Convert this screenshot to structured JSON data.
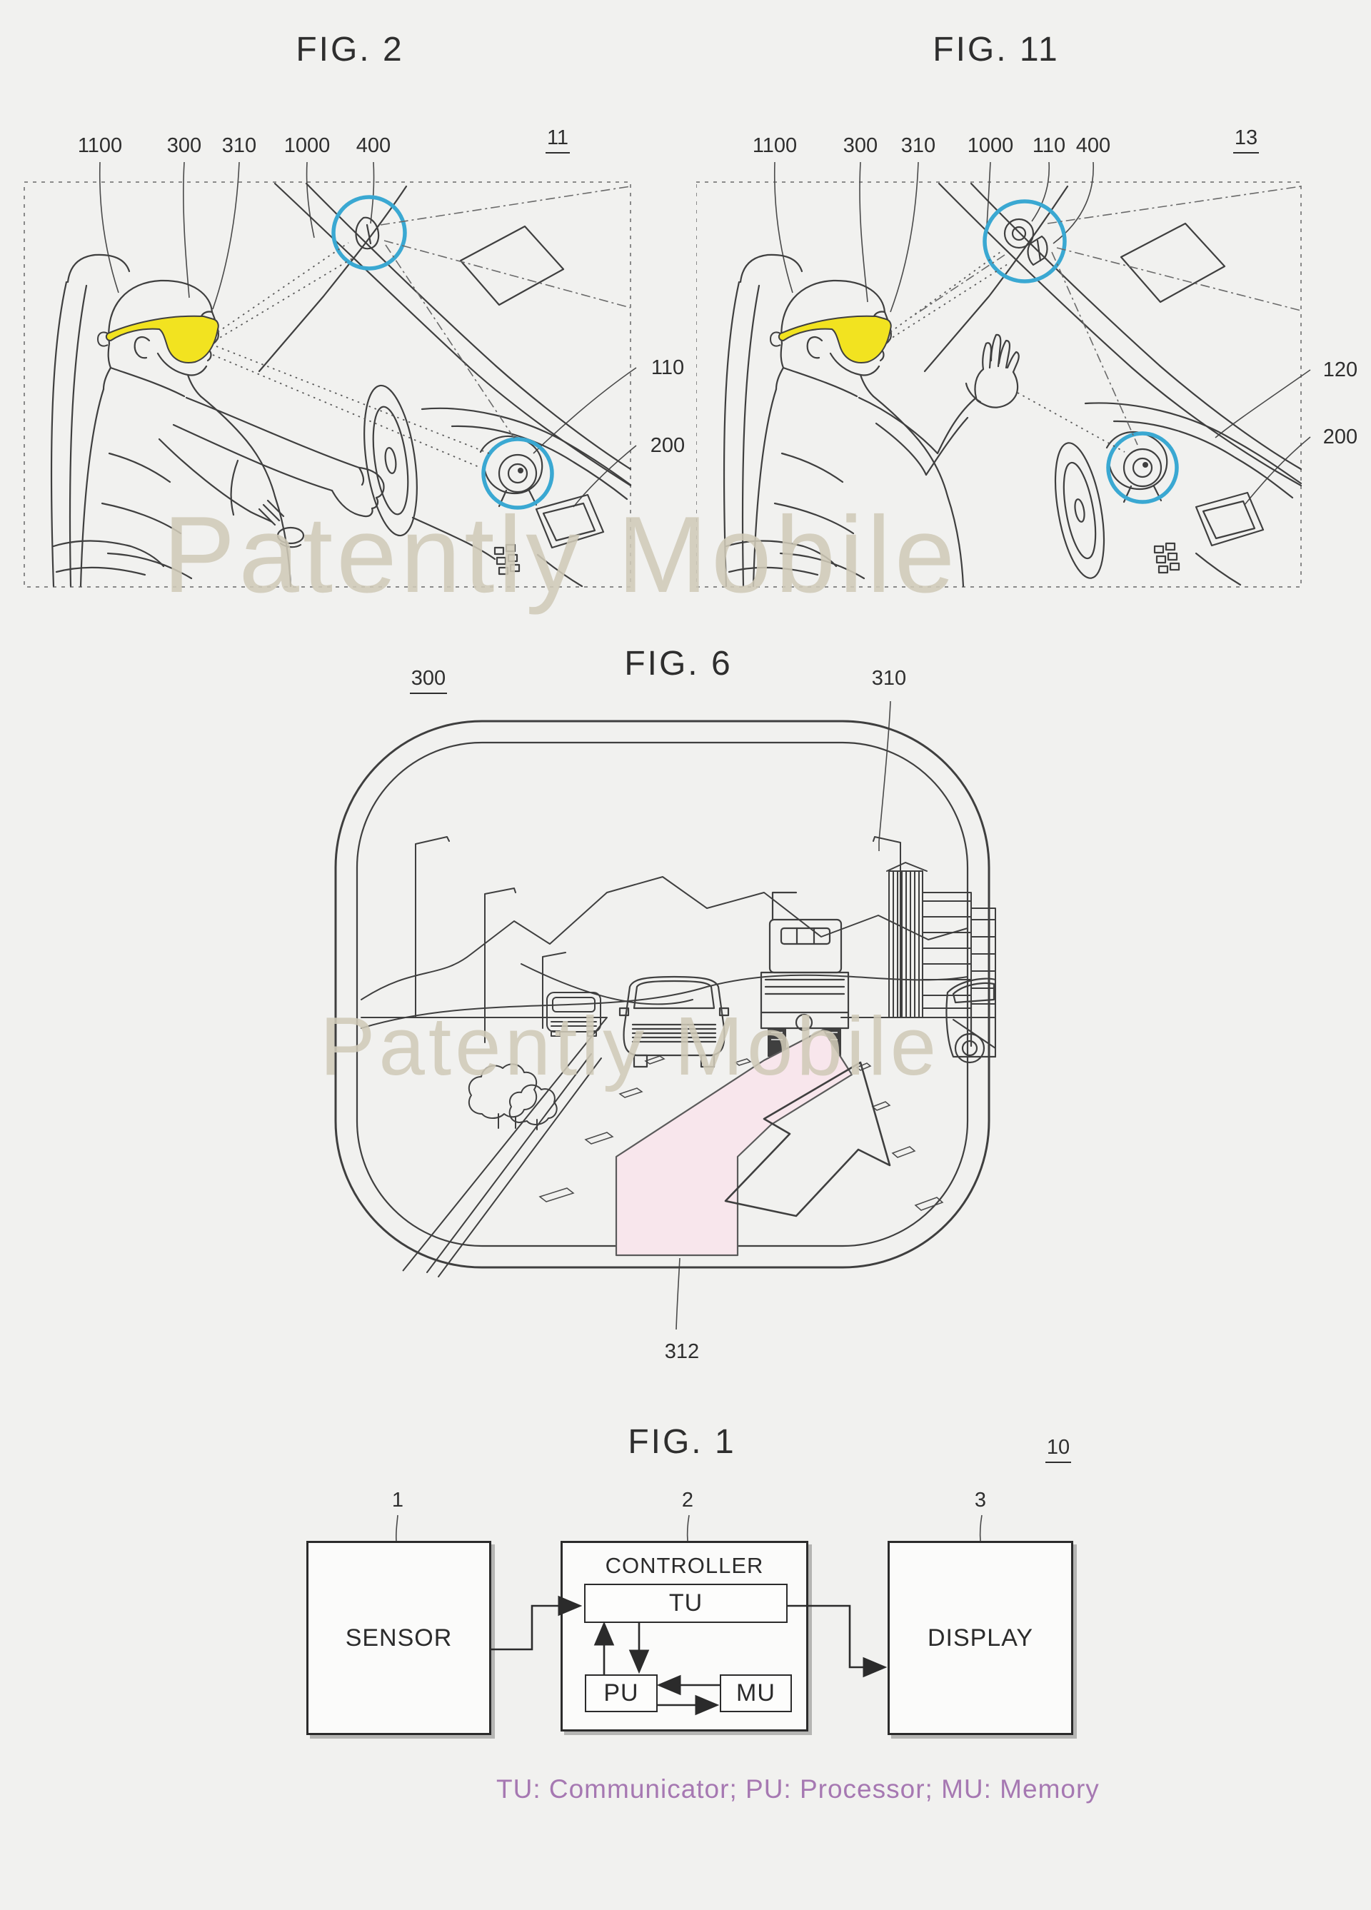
{
  "page": {
    "watermark": "Patently Mobile",
    "background": "#f1f1ef"
  },
  "figures": {
    "fig2": {
      "title": "FIG. 2",
      "ref": "11",
      "top_labels": [
        "1100",
        "300",
        "310",
        "1000",
        "400"
      ],
      "side_labels": [
        "110",
        "200"
      ]
    },
    "fig11": {
      "title": "FIG. 11",
      "ref": "13",
      "top_labels": [
        "1100",
        "300",
        "310",
        "1000",
        "110",
        "400"
      ],
      "side_labels": [
        "120",
        "200"
      ]
    },
    "fig6": {
      "title": "FIG. 6",
      "label_display": "300",
      "label_screen": "310",
      "label_highlight": "312"
    },
    "fig1": {
      "title": "FIG. 1",
      "ref": "10",
      "sensor": {
        "num": "1",
        "label": "SENSOR"
      },
      "controller": {
        "num": "2",
        "label": "CONTROLLER",
        "tu": "TU",
        "pu": "PU",
        "mu": "MU"
      },
      "display": {
        "num": "3",
        "label": "DISPLAY"
      },
      "caption": "TU: Communicator; PU: Processor; MU: Memory"
    }
  },
  "colors": {
    "glasses_yellow": "#f2e320",
    "circle_blue": "#3aa8d2",
    "highlight_pink": "#f8e6ec",
    "caption_purple": "#a678b2",
    "watermark_beige": "#d0cab8",
    "line_dark": "#3f3f3f"
  }
}
